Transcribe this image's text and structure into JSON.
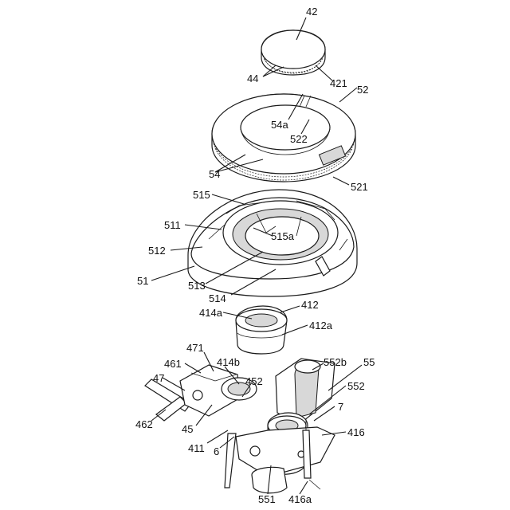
{
  "labels": {
    "l42": "42",
    "l44": "44",
    "l421": "421",
    "l52": "52",
    "l54a": "54a",
    "l522": "522",
    "l54": "54",
    "l521": "521",
    "l515": "515",
    "l511": "511",
    "l515a": "515a",
    "l512": "512",
    "l51": "51",
    "l513": "513",
    "l514": "514",
    "l414a": "414a",
    "l412": "412",
    "l412a": "412a",
    "l471": "471",
    "l414b": "414b",
    "l552b": "552b",
    "l55": "55",
    "l461": "461",
    "l47": "47",
    "l452": "452",
    "l552": "552",
    "l7": "7",
    "l462": "462",
    "l45": "45",
    "l416": "416",
    "l411": "411",
    "l6": "6",
    "l551": "551",
    "l416a": "416a"
  }
}
